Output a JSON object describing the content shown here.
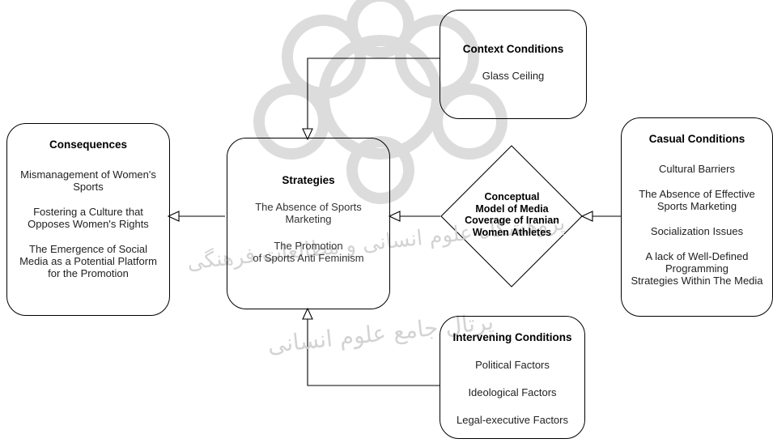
{
  "context": {
    "title": "Context Conditions",
    "items": [
      "Glass Ceiling"
    ]
  },
  "consequences": {
    "title": "Consequences",
    "items": [
      "Mismanagement of Women's\nSports",
      "Fostering a Culture that\nOpposes Women's Rights",
      "The Emergence of Social\nMedia as a Potential Platform\nfor the Promotion"
    ]
  },
  "strategies": {
    "title": "Strategies",
    "items": [
      "The Absence of Sports\nMarketing",
      "The Promotion\nof Sports Anti Feminism"
    ]
  },
  "central": {
    "label": "Conceptual\nModel of Media\nCoverage of Iranian\nWomen Athletes"
  },
  "casual": {
    "title": "Casual Conditions",
    "items": [
      "Cultural Barriers",
      "The Absence of Effective\nSports Marketing",
      "Socialization Issues",
      "A lack of Well-Defined\nProgramming\nStrategies Within The Media"
    ]
  },
  "intervening": {
    "title": "Intervening Conditions",
    "items": [
      "Political Factors",
      "Ideological Factors",
      "Legal-executive Factors"
    ]
  },
  "watermark": {
    "line1": "پژوهشگاه علوم انسانی و مطالعات فرهنگی",
    "line2": "پرتال جامع علوم انسانی"
  },
  "colors": {
    "stroke": "#000000",
    "watermark": "#cfcfcf"
  }
}
